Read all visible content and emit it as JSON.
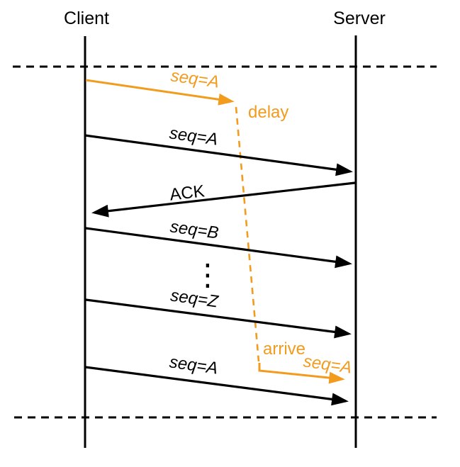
{
  "diagram": {
    "actors": [
      {
        "name": "Client"
      },
      {
        "name": "Server"
      }
    ],
    "messages": [
      {
        "label": "seq=A",
        "kind": "delayed-send-from-client",
        "annotation": "delay"
      },
      {
        "label": "seq=A",
        "kind": "client-to-server"
      },
      {
        "label": "ACK",
        "kind": "server-to-client"
      },
      {
        "label": "seq=B",
        "kind": "client-to-server"
      },
      {
        "label": "⋮",
        "kind": "ellipsis"
      },
      {
        "label": "seq=Z",
        "kind": "client-to-server"
      },
      {
        "label": "seq=A",
        "kind": "client-to-server"
      },
      {
        "label": "seq=A",
        "kind": "delayed-arrival-at-server",
        "annotation": "arrive"
      }
    ],
    "colors": {
      "message": "#000000",
      "highlight": "#F29B1D",
      "background": "#FFFFFF"
    }
  }
}
